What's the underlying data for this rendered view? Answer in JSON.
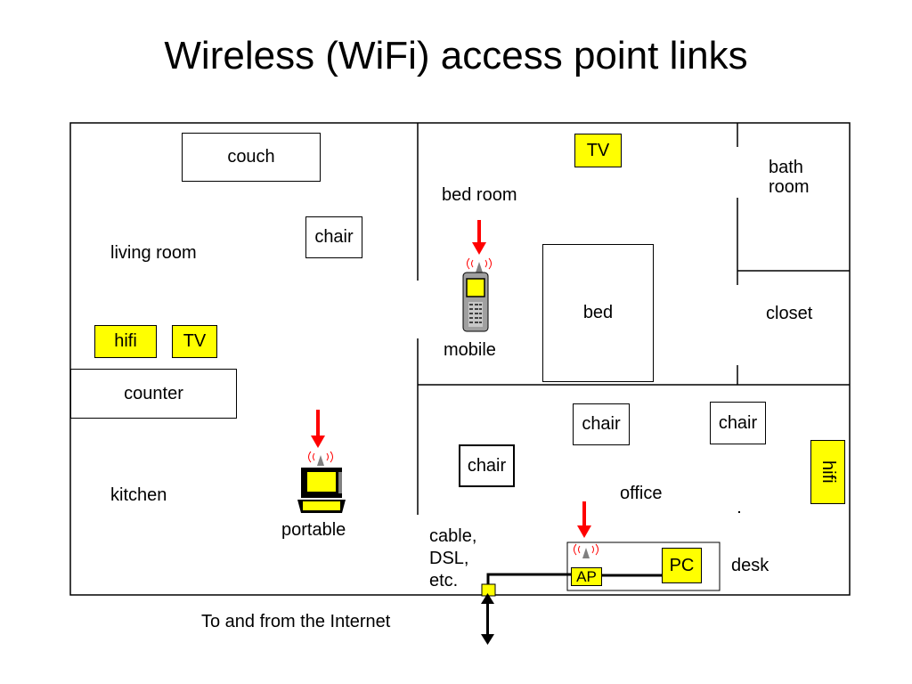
{
  "title": "Wireless (WiFi) access point links",
  "rooms": {
    "living_room": "living room",
    "kitchen": "kitchen",
    "bed_room": "bed room",
    "bath_room": "bath\nroom",
    "closet": "closet",
    "office": "office",
    "desk": "desk"
  },
  "furniture": {
    "couch": "couch",
    "chair_living": "chair",
    "counter": "counter",
    "bed": "bed",
    "chair_office_1": "chair",
    "chair_office_2": "chair",
    "chair_office_3": "chair"
  },
  "devices": {
    "hifi_living": "hifi",
    "tv_living": "TV",
    "tv_bedroom": "TV",
    "hifi_office": "hifi",
    "pc": "PC",
    "ap": "AP",
    "mobile": "mobile",
    "portable": "portable"
  },
  "internet_label": "cable,\nDSL,\netc.",
  "caption": "To and from the Internet",
  "colors": {
    "device_fill": "#ffff00",
    "arrow": "#ff0000",
    "line": "#000000"
  }
}
